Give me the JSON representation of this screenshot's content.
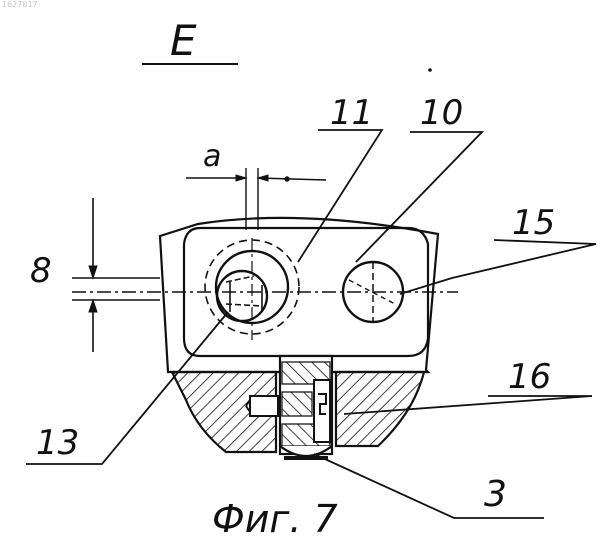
{
  "corner_id": "1627817",
  "view_label": "E",
  "figure_caption": "Фиг. 7",
  "dimensions": {
    "gap": "a",
    "height": "8"
  },
  "callouts": [
    "11",
    "10",
    "15",
    "16",
    "13",
    "3"
  ],
  "colors": {
    "ink": "#111111",
    "paper": "#ffffff"
  }
}
